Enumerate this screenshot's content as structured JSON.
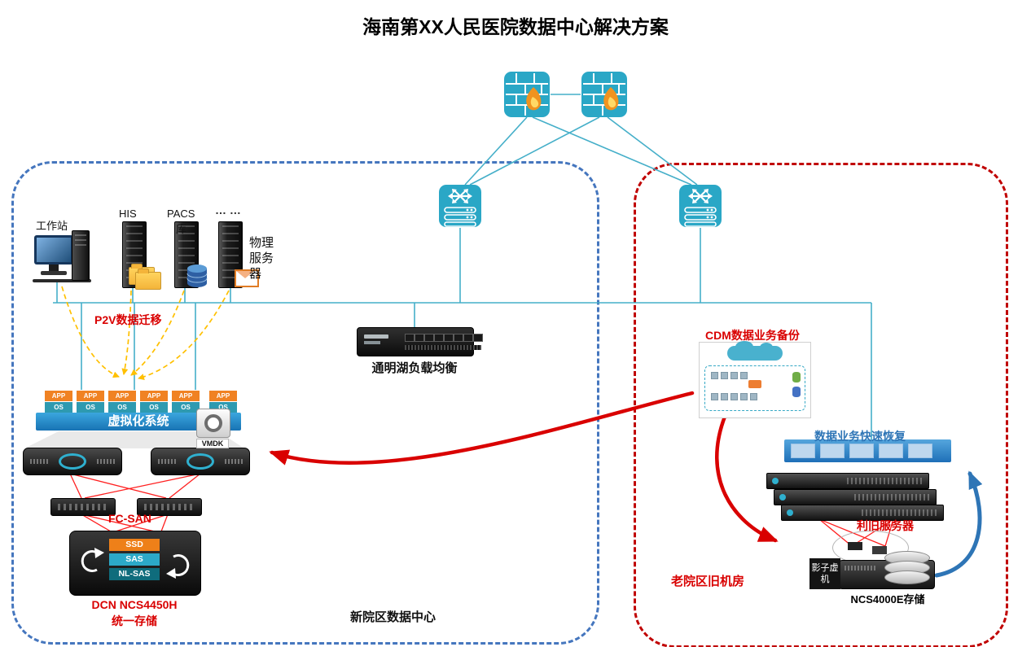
{
  "title": "海南第XX人民医院数据中心解决方案",
  "zones": {
    "new_datacenter": "新院区数据中心",
    "old_room": "老院区旧机房"
  },
  "production": {
    "workstation": "工作站",
    "his": "HIS",
    "pacs": "PACS",
    "pacs_db": "库",
    "more": "… …",
    "physical_server": "物理服务器"
  },
  "virtualization": {
    "p2v": "P2V数据迁移",
    "platform": "虚拟化系统",
    "app": "APP",
    "os": "OS",
    "vmdk": "VMDK"
  },
  "storage": {
    "fc_san": "FC-SAN",
    "model": "DCN NCS4450H",
    "type": "统一存储",
    "tier_ssd": "SSD",
    "tier_sas": "SAS",
    "tier_nlsas": "NL-SAS"
  },
  "network": {
    "load_balancer": "通明湖负载均衡"
  },
  "backup": {
    "cdm": "CDM数据业务备份",
    "recovery": "数据业务快速恢复",
    "reuse_servers": "利旧服务器",
    "shadow_vm": "影子虚机",
    "old_storage": "NCS4000E存储"
  },
  "colors": {
    "teal": "#2AA7C6",
    "line": "#45AFC9",
    "red": "#D90000",
    "zone_blue": "#4576BE",
    "zone_red": "#C00000",
    "yellow": "#FFC000",
    "bar_blue": "#1E78BE",
    "recovery_blue": "#2E75B6",
    "app_orange": "#F08223",
    "os_teal": "#2E9AB0",
    "ssd": "#EE8019",
    "sas": "#2CA9C8",
    "nlsas": "#0F6C7C"
  }
}
